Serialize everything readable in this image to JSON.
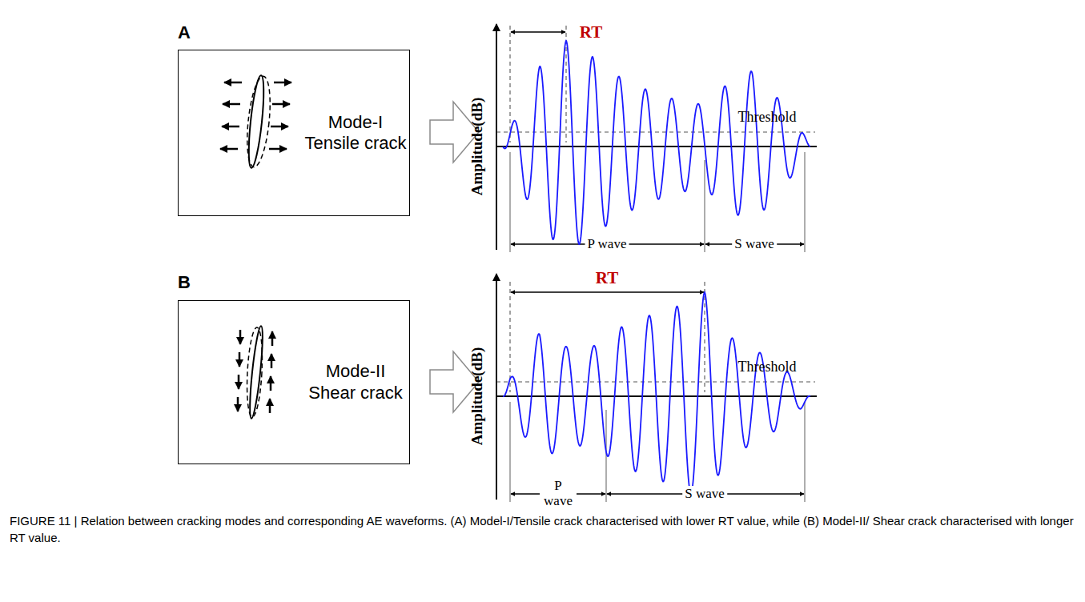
{
  "diagram": {
    "caption": "FIGURE 11 | Relation between cracking modes and corresponding AE waveforms. (A) Model-I/Tensile crack characterised with lower RT value, while (B) Model-II/ Shear crack characterised with longer RT value.",
    "nodes": [
      {
        "text": [
          "Mode-I Tensile crack"
        ]
      },
      {
        "text": [
          "Mode-II Shear crack"
        ]
      }
    ],
    "labels": [
      "A",
      "RT",
      "Amplitude(dB)",
      "Threshold",
      "P wave",
      "S wave",
      "B",
      "RT",
      "Amplitude(dB)",
      "Threshold",
      "P wave",
      "S wave"
    ]
  }
}
